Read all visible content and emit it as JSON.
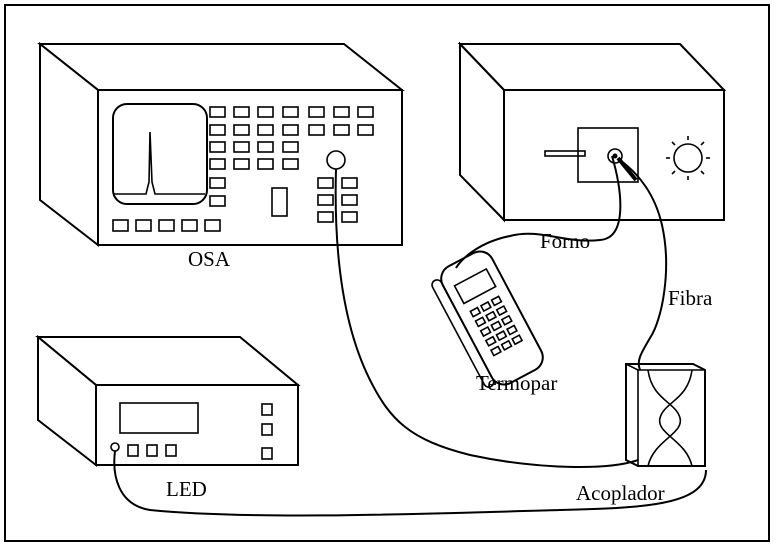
{
  "labels": {
    "osa": "OSA",
    "forno": "Forno",
    "fibra": "Fibra",
    "termopar": "Termopar",
    "led": "LED",
    "acoplador": "Acoplador"
  },
  "colors": {
    "background": "#ffffff",
    "stroke": "#000000"
  }
}
